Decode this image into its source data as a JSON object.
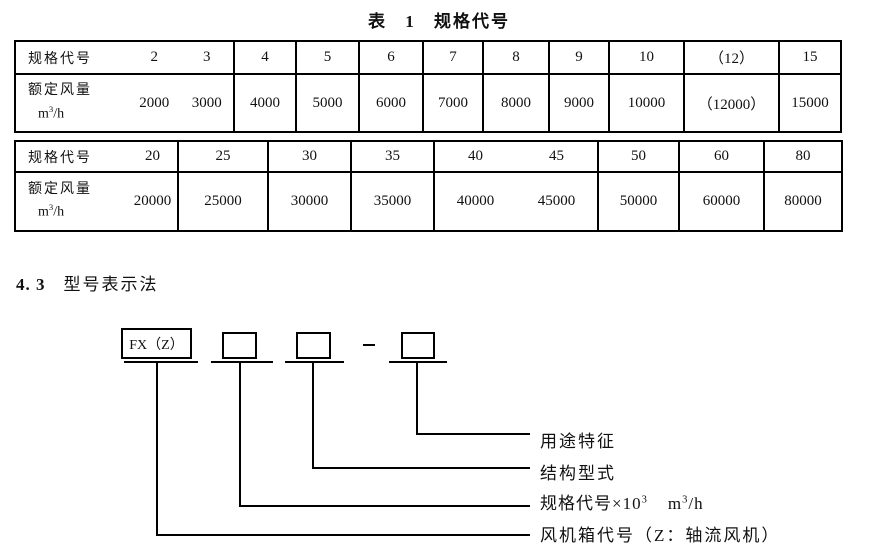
{
  "caption": "表 1 规格代号",
  "unit": {
    "base": "m",
    "sup": "3",
    "rest": "/h"
  },
  "table1": {
    "row_label": "规格代号",
    "row2_label": "额定风量",
    "header": {
      "merged": [
        "2",
        "3"
      ],
      "cells": [
        "4",
        "5",
        "6",
        "7",
        "8",
        "9",
        "10",
        "（12）",
        "15"
      ]
    },
    "data": {
      "merged": [
        "2000",
        "3000"
      ],
      "cells": [
        "4000",
        "5000",
        "6000",
        "7000",
        "8000",
        "9000",
        "10000",
        "（12000）",
        "15000"
      ]
    }
  },
  "table2": {
    "row_label": "规格代号",
    "row2_label": "额定风量",
    "header": {
      "merged": [
        "20"
      ],
      "cells": [
        "25",
        "30",
        "35"
      ],
      "merged2": [
        "40",
        "45"
      ],
      "cells2": [
        "50",
        "60",
        "80"
      ]
    },
    "data": {
      "merged": [
        "20000"
      ],
      "cells": [
        "25000",
        "30000",
        "35000"
      ],
      "merged2": [
        "40000",
        "45000"
      ],
      "cells2": [
        "50000",
        "60000",
        "80000"
      ]
    }
  },
  "section": {
    "number": "4. 3",
    "title": "型号表示法"
  },
  "diagram": {
    "box_label": "FX（Z）",
    "labels": {
      "use": "用途特征",
      "structure": "结构型式",
      "spec_pre": "规格代号×10",
      "spec_sup": "3",
      "spec_unit_base": "m",
      "spec_unit_sup": "3",
      "spec_unit_rest": "/h",
      "fanbox": "风机箱代号（Z：轴流风机）"
    }
  }
}
